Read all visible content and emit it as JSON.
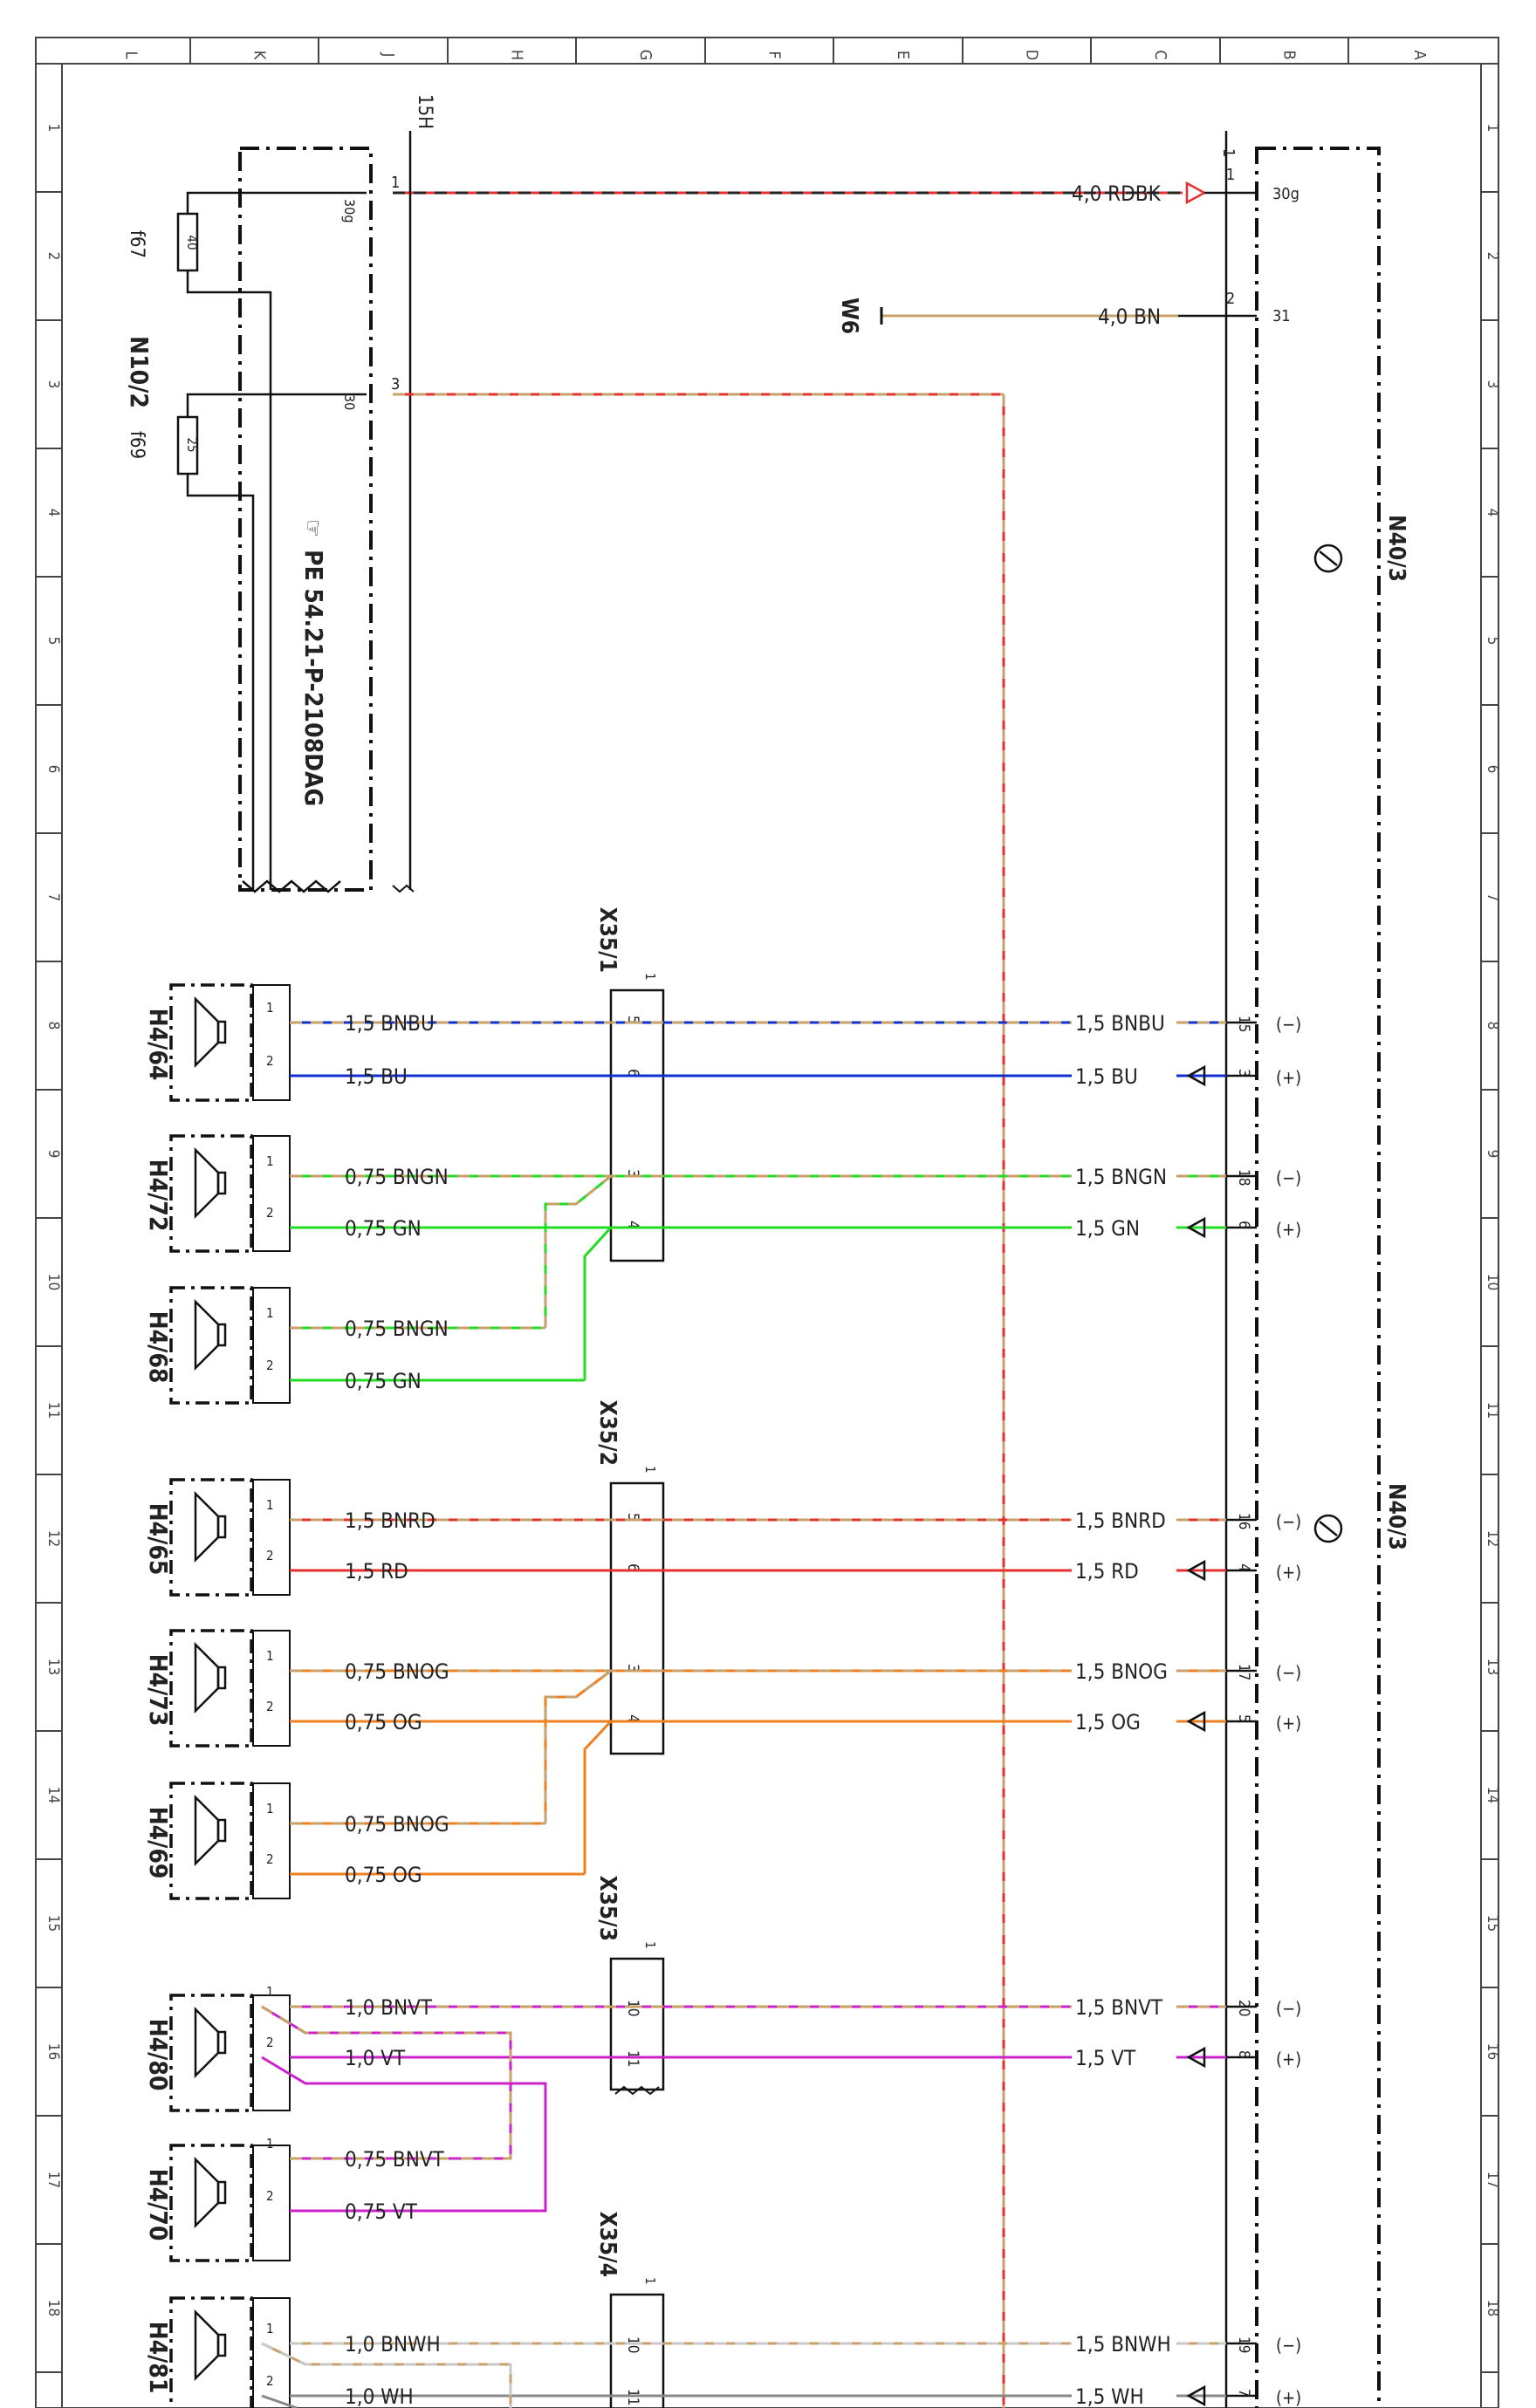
{
  "columns": [
    "L",
    "K",
    "J",
    "H",
    "G",
    "F",
    "E",
    "D",
    "C",
    "B",
    "A"
  ],
  "rows": [
    "1",
    "2",
    "3",
    "4",
    "5",
    "6",
    "7",
    "8",
    "9",
    "10",
    "11",
    "12",
    "13",
    "14",
    "15",
    "16",
    "17",
    "18"
  ],
  "colors": {
    "BN": "#c8a06a",
    "RD": "#e53030",
    "BU": "#1030d0",
    "GN": "#22dd22",
    "OG": "#ef8020",
    "VT": "#cc22cc",
    "BK": "#222222",
    "WH": "#c8c8c8"
  },
  "labels": {
    "fuse_block": "N10/2",
    "fuse1": "f67",
    "fuse1_value": "40",
    "fuse2": "f69",
    "fuse2_value": "25",
    "ref_note": "PE 54.21-P-2108DAG",
    "ref_icon": "☞",
    "top_conn": "15H",
    "amp_top": "N40/3",
    "amp_bottom": "N40/3",
    "ground": "W6",
    "conn1": "X35/1",
    "conn2": "X35/2",
    "conn3": "X35/3",
    "conn4": "X35/4",
    "pin_30g": "30g",
    "pin_30": "30",
    "pin_31": "31",
    "pin1": "1",
    "pin2": "2",
    "pin3": "3",
    "wire_rdbk": "4,0 RDBK",
    "wire_bn": "4,0 BN"
  },
  "speakers": [
    "H4/64",
    "H4/72",
    "H4/68",
    "H4/65",
    "H4/73",
    "H4/69",
    "H4/80",
    "H4/70",
    "H4/81"
  ],
  "right_wires": [
    {
      "label": "1,5 BNBU",
      "pin": "15",
      "pol": "(−)"
    },
    {
      "label": "1,5 BU",
      "pin": "3",
      "pol": "(+)"
    },
    {
      "label": "1,5 BNGN",
      "pin": "18",
      "pol": "(−)"
    },
    {
      "label": "1,5 GN",
      "pin": "6",
      "pol": "(+)"
    },
    {
      "label": "1,5 BNRD",
      "pin": "16",
      "pol": "(−)"
    },
    {
      "label": "1,5 RD",
      "pin": "4",
      "pol": "(+)"
    },
    {
      "label": "1,5 BNOG",
      "pin": "17",
      "pol": "(−)"
    },
    {
      "label": "1,5 OG",
      "pin": "5",
      "pol": "(+)"
    },
    {
      "label": "1,5 BNVT",
      "pin": "20",
      "pol": "(−)"
    },
    {
      "label": "1,5 VT",
      "pin": "8",
      "pol": "(+)"
    },
    {
      "label": "1,5 BNWH",
      "pin": "19",
      "pol": "(−)"
    },
    {
      "label": "1,5 WH",
      "pin": "7",
      "pol": "(+)"
    }
  ],
  "left_wires": [
    "1,5 BNBU",
    "1,5 BU",
    "0,75 BNGN",
    "0,75 GN",
    "0,75 BNGN",
    "0,75 GN",
    "1,5 BNRD",
    "1,5 RD",
    "0,75 BNOG",
    "0,75 OG",
    "0,75 BNOG",
    "0,75 OG",
    "1,0 BNVT",
    "1,0 VT",
    "0,75 BNVT",
    "0,75 VT",
    "1,0 BNWH",
    "1,0 WH"
  ],
  "conn_pins": {
    "c1": [
      "5",
      "6",
      "3",
      "4"
    ],
    "c2": [
      "5",
      "6",
      "3",
      "4"
    ],
    "c3": [
      "10",
      "11"
    ],
    "c4": [
      "10",
      "11"
    ]
  }
}
